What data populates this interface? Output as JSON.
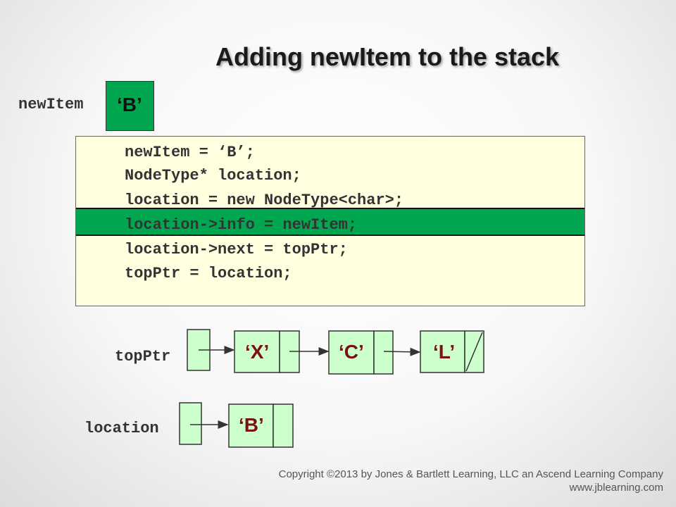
{
  "title": "Adding newItem to the stack",
  "newItem": {
    "label": "newItem",
    "value": "‘B’"
  },
  "code": {
    "lines": [
      "newItem = ‘B’;",
      "NodeType* location;",
      "location = new NodeType<char>;",
      "location->info = newItem;",
      "location->next = topPtr;",
      "topPtr = location;"
    ],
    "highlighted_line": 3
  },
  "stack": {
    "pointer_label": "topPtr",
    "nodes": [
      {
        "info": "‘X’"
      },
      {
        "info": "‘C’"
      },
      {
        "info": "‘L’",
        "next_null": true
      }
    ]
  },
  "location": {
    "pointer_label": "location",
    "node_info": "‘B’"
  },
  "colors": {
    "accent": "#00a650",
    "code_bg": "#ffffe0",
    "node_fill": "#ccffcc",
    "text_red": "#7a1010"
  },
  "copyright": {
    "line1": "Copyright ©2013 by Jones & Bartlett Learning, LLC an Ascend Learning Company",
    "line2": "www.jblearning.com"
  }
}
